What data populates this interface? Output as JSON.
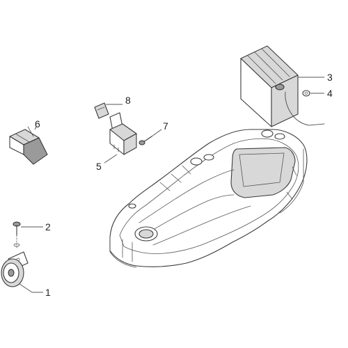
{
  "callouts": [
    {
      "id": "1",
      "label": "1"
    },
    {
      "id": "2",
      "label": "2"
    },
    {
      "id": "3",
      "label": "3"
    },
    {
      "id": "4",
      "label": "4"
    },
    {
      "id": "5",
      "label": "5"
    },
    {
      "id": "6",
      "label": "6"
    },
    {
      "id": "7",
      "label": "7"
    },
    {
      "id": "8",
      "label": "8"
    }
  ],
  "colors": {
    "line": "#3a3a3a",
    "fill": "#d8d8d8",
    "background": "#ffffff"
  }
}
